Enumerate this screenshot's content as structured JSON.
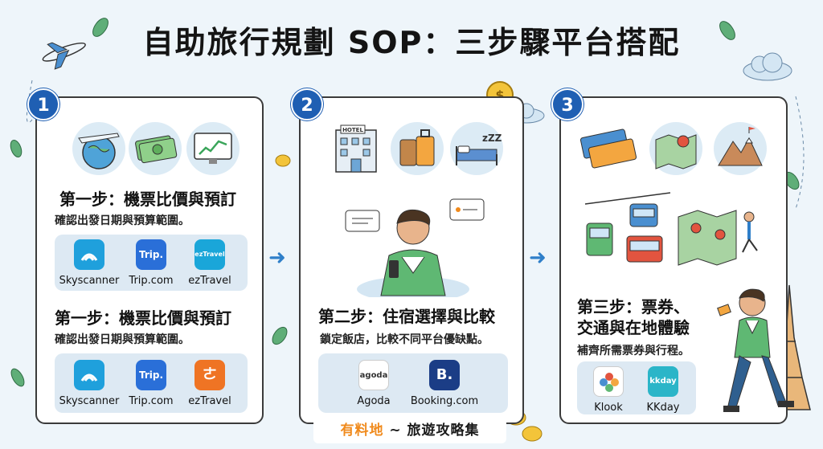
{
  "title": "自助旅行規劃 SOP：三步驟平台搭配",
  "steps": [
    {
      "number": "1",
      "blocks": [
        {
          "title": "第一步：機票比價與預訂",
          "subtitle": "確認出發日期與預算範圍。",
          "platforms": [
            {
              "name": "Skyscanner",
              "logo_text": "",
              "color": "#1fa0dc",
              "icon": "skyscanner-icon"
            },
            {
              "name": "Trip.com",
              "logo_text": "Trip.",
              "color": "#2a6fd8",
              "icon": "trip-com-icon"
            },
            {
              "name": "ezTravel",
              "logo_text": "ezTravel",
              "color": "#1aa6d9",
              "icon": "eztravel-icon"
            }
          ]
        },
        {
          "title": "第一步：機票比價與預訂",
          "subtitle": "確認出發日期與預算範圍。",
          "platforms": [
            {
              "name": "Skyscanner",
              "logo_text": "",
              "color": "#1fa0dc",
              "icon": "skyscanner-icon"
            },
            {
              "name": "Trip.com",
              "logo_text": "Trip.",
              "color": "#2a6fd8",
              "icon": "trip-com-icon"
            },
            {
              "name": "ezTravel",
              "logo_text": "ㄜ",
              "color": "#ef7424",
              "icon": "eztravel-icon"
            }
          ]
        }
      ]
    },
    {
      "number": "2",
      "title": "第二步：住宿選擇與比較",
      "subtitle": "鎖定飯店，比較不同平台優缺點。",
      "hotel_sign": "HOTEL",
      "platforms": [
        {
          "name": "Agoda",
          "logo_text": "agoda",
          "color": "#ffffff",
          "icon": "agoda-icon"
        },
        {
          "name": "Booking.com",
          "logo_text": "B.",
          "color": "#1b3d86",
          "icon": "booking-com-icon"
        }
      ]
    },
    {
      "number": "3",
      "title_line1": "第三步：票券、",
      "title_line2": "交通與在地體驗",
      "subtitle": "補齊所需票券與行程。",
      "platforms": [
        {
          "name": "Klook",
          "logo_text": "",
          "color": "#ffffff",
          "icon": "klook-icon"
        },
        {
          "name": "KKday",
          "logo_text": "kkday",
          "color": "#2bb5c8",
          "icon": "kkday-icon"
        }
      ]
    }
  ],
  "footer": {
    "brand": "有料地",
    "separator": " ~ ",
    "text": "旅遊攻略集"
  },
  "colors": {
    "badge": "#1f5fb3",
    "arrow": "#2f7fc9",
    "platform_bg": "#dde9f3",
    "footer_brand": "#f08a1c"
  }
}
